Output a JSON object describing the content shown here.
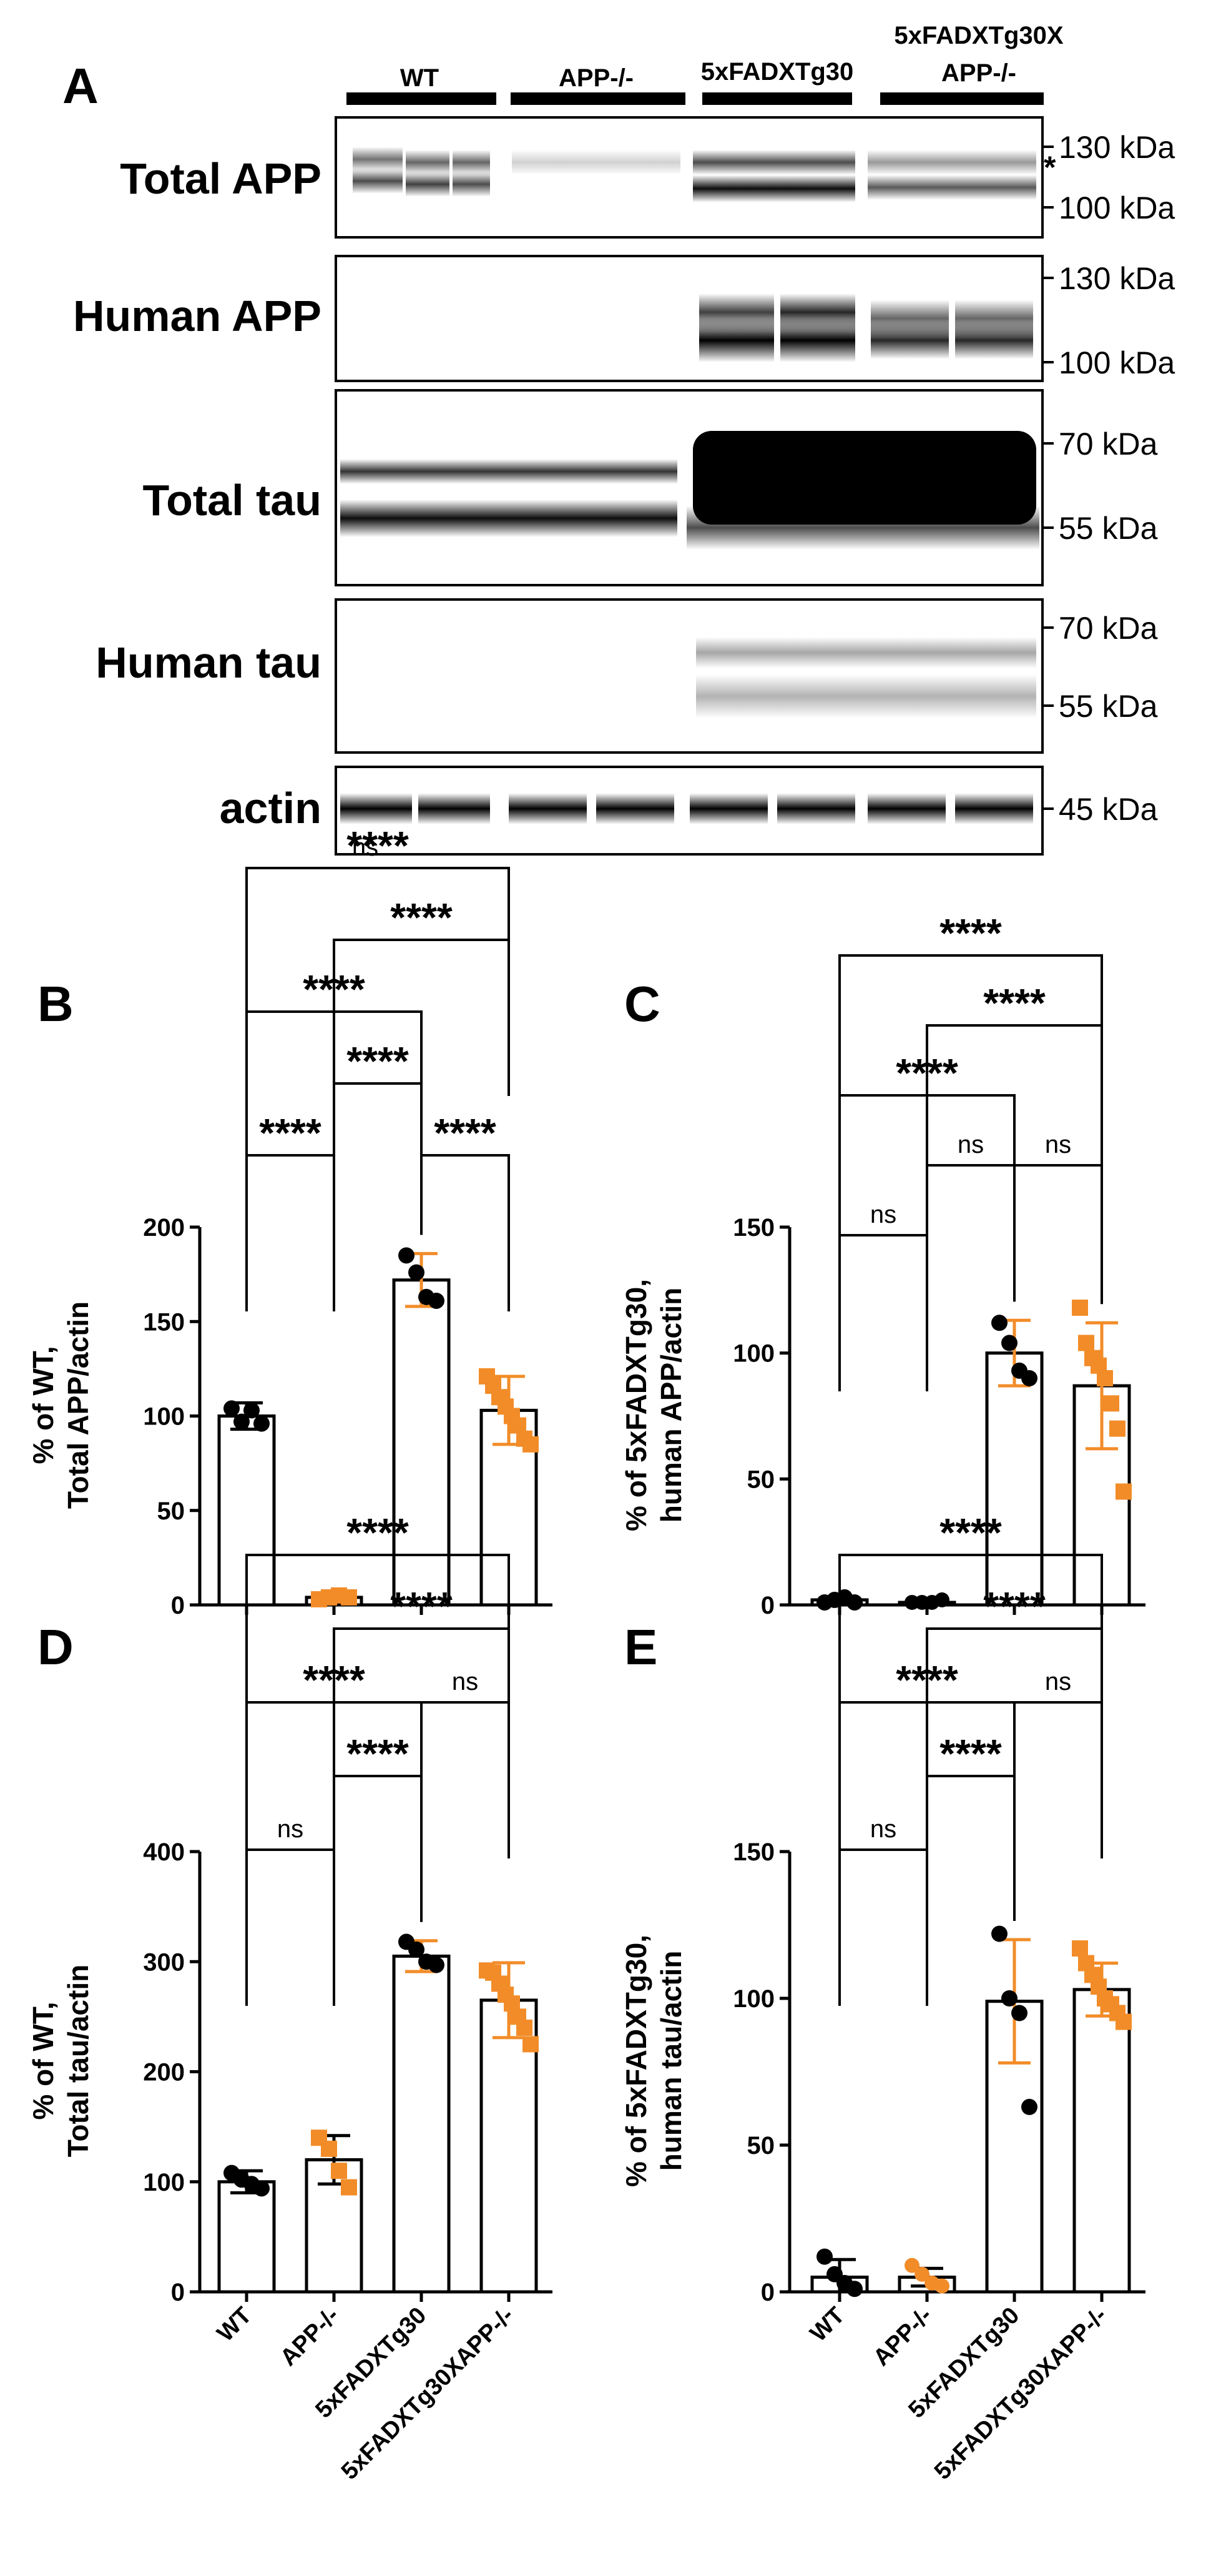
{
  "colors": {
    "wt_black": "#000000",
    "tg_orange": "#f28c28"
  },
  "panel_a": {
    "letter": "A",
    "groups": [
      "WT",
      "APP-/-",
      "5xFADXTg30",
      "5xFADXTg30X",
      "APP-/-"
    ],
    "blots": [
      {
        "label": "Total APP",
        "kda": [
          "130 kDa",
          "100 kDa"
        ],
        "marker": "*"
      },
      {
        "label": "Human APP",
        "kda": [
          "130 kDa",
          "100 kDa"
        ]
      },
      {
        "label": "Total tau",
        "kda": [
          "70 kDa",
          "55 kDa"
        ]
      },
      {
        "label": "Human tau",
        "kda": [
          "70 kDa",
          "55 kDa"
        ]
      },
      {
        "label": "actin",
        "kda": [
          "45 kDa"
        ]
      }
    ]
  },
  "chart_data": [
    {
      "panel": "B",
      "type": "bar",
      "categories": [
        "WT",
        "APP-/-",
        "5xFADXTg30",
        "5xFADXTg30XAPP-/-"
      ],
      "values": [
        100,
        4,
        172,
        103
      ],
      "error": [
        7,
        1,
        14,
        18
      ],
      "points": [
        [
          104,
          97,
          103,
          96
        ],
        [
          3,
          4,
          5,
          4
        ],
        [
          185,
          176,
          163,
          161
        ],
        [
          121,
          116,
          110,
          105,
          100,
          95,
          88,
          85
        ]
      ],
      "ylabel_lines": [
        "% of WT,",
        "Total APP/actin"
      ],
      "ylim": [
        0,
        200
      ],
      "yticks": [
        "0",
        "50",
        "100",
        "150",
        "200"
      ],
      "significance": [
        "****",
        "****",
        "****",
        "****",
        "****",
        "****",
        "ns"
      ],
      "show_x_labels": false
    },
    {
      "panel": "C",
      "type": "bar",
      "categories": [
        "WT",
        "APP-/-",
        "5xFADXTg30",
        "5xFADXTg30XAPP-/-"
      ],
      "values": [
        2,
        1,
        100,
        87
      ],
      "error": [
        1,
        1,
        13,
        25
      ],
      "points": [
        [
          1,
          2,
          3,
          1
        ],
        [
          1,
          1,
          1,
          2
        ],
        [
          112,
          104,
          93,
          90
        ],
        [
          118,
          104,
          98,
          95,
          90,
          80,
          70,
          45
        ]
      ],
      "ylabel_lines": [
        "% of 5xFADXTg30,",
        "human APP/actin"
      ],
      "ylim": [
        0,
        150
      ],
      "yticks": [
        "0",
        "50",
        "100",
        "150"
      ],
      "significance": [
        "ns",
        "ns",
        "****",
        "****",
        "****",
        "****",
        "ns"
      ],
      "show_x_labels": false
    },
    {
      "panel": "D",
      "type": "bar",
      "categories": [
        "WT",
        "APP-/-",
        "5xFADXTg30",
        "5xFADXTg30XAPP-/-"
      ],
      "values": [
        100,
        120,
        305,
        265
      ],
      "error": [
        10,
        22,
        14,
        34
      ],
      "points": [
        [
          108,
          102,
          98,
          94
        ],
        [
          140,
          130,
          110,
          95
        ],
        [
          318,
          311,
          300,
          297
        ],
        [
          292,
          290,
          280,
          270,
          262,
          250,
          240,
          225
        ]
      ],
      "ylabel_lines": [
        "% of WT,",
        "Total tau/actin"
      ],
      "ylim": [
        0,
        400
      ],
      "yticks": [
        "0",
        "100",
        "200",
        "300",
        "400"
      ],
      "significance": [
        "ns",
        "****",
        "****",
        "ns",
        "****",
        "****",
        "****"
      ],
      "show_x_labels": true
    },
    {
      "panel": "E",
      "type": "bar",
      "categories": [
        "WT",
        "APP-/-",
        "5xFADXTg30",
        "5xFADXTg30XAPP-/-"
      ],
      "values": [
        5,
        5,
        99,
        103
      ],
      "error": [
        6,
        3,
        21,
        9
      ],
      "points": [
        [
          12,
          6,
          3,
          1
        ],
        [
          9,
          6,
          3,
          2
        ],
        [
          122,
          100,
          95,
          63
        ],
        [
          117,
          112,
          108,
          104,
          100,
          98,
          95,
          92
        ]
      ],
      "ylabel_lines": [
        "% of 5xFADXTg30,",
        "human tau/actin"
      ],
      "ylim": [
        0,
        150
      ],
      "yticks": [
        "0",
        "50",
        "100",
        "150"
      ],
      "significance": [
        "ns",
        "****",
        "****",
        "ns",
        "****",
        "****",
        "****"
      ],
      "show_x_labels": true
    }
  ]
}
